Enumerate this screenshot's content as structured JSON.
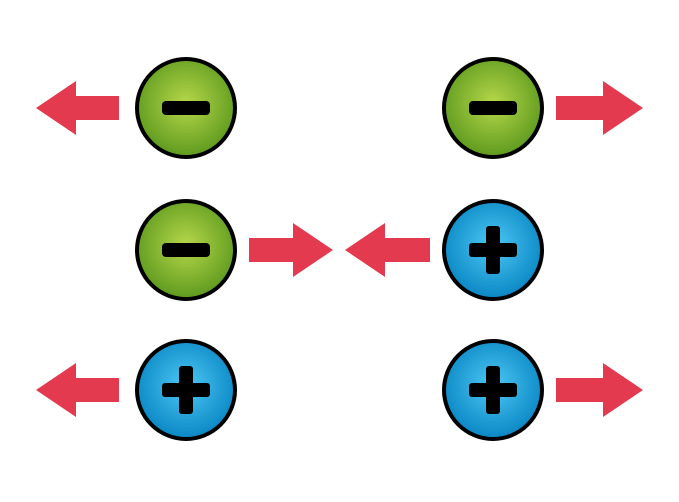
{
  "colors": {
    "background": "#ffffff",
    "negative_fill_light": "#b6d74a",
    "negative_fill_dark": "#5e9a1e",
    "positive_fill_light": "#4cc8f4",
    "positive_fill_dark": "#0a86c4",
    "outline": "#000000",
    "symbol": "#000000",
    "arrow": "#e33a4f"
  },
  "rows": [
    {
      "name": "row-like-negative",
      "charges": [
        {
          "name": "left",
          "sign": "negative",
          "force": "left"
        },
        {
          "name": "right",
          "sign": "negative",
          "force": "right"
        }
      ],
      "interaction": "repel"
    },
    {
      "name": "row-opposite",
      "charges": [
        {
          "name": "left",
          "sign": "negative",
          "force": "right"
        },
        {
          "name": "right",
          "sign": "positive",
          "force": "left"
        }
      ],
      "interaction": "attract"
    },
    {
      "name": "row-like-positive",
      "charges": [
        {
          "name": "left",
          "sign": "positive",
          "force": "left"
        },
        {
          "name": "right",
          "sign": "positive",
          "force": "right"
        }
      ],
      "interaction": "repel"
    }
  ]
}
